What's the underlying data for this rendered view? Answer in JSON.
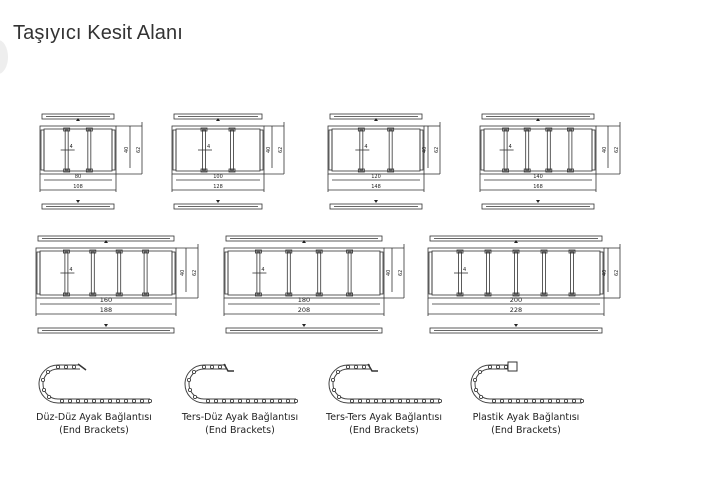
{
  "page": {
    "title": "Taşıyıcı Kesit Alanı"
  },
  "sections": [
    {
      "inner_width": "80",
      "outer_width": "108",
      "inner_height": "40",
      "outer_height": "62",
      "note": "4",
      "dividers": 1
    },
    {
      "inner_width": "100",
      "outer_width": "128",
      "inner_height": "40",
      "outer_height": "62",
      "note": "4",
      "dividers": 1
    },
    {
      "inner_width": "120",
      "outer_width": "148",
      "inner_height": "40",
      "outer_height": "62",
      "note": "4",
      "dividers": 1
    },
    {
      "inner_width": "140",
      "outer_width": "168",
      "inner_height": "40",
      "outer_height": "62",
      "note": "4",
      "dividers": 3
    },
    {
      "inner_width": "160",
      "outer_width": "188",
      "inner_height": "40",
      "outer_height": "62",
      "note": "4",
      "dividers": 3
    },
    {
      "inner_width": "180",
      "outer_width": "208",
      "inner_height": "40",
      "outer_height": "62",
      "note": "4",
      "dividers": 3
    },
    {
      "inner_width": "200",
      "outer_width": "228",
      "inner_height": "40",
      "outer_height": "62",
      "note": "4",
      "dividers": 4
    }
  ],
  "end_brackets": [
    {
      "name": "Düz-Düz Ayak Bağlantısı",
      "subtitle": "(End Brackets)"
    },
    {
      "name": "Ters-Düz Ayak Bağlantısı",
      "subtitle": "(End Brackets)"
    },
    {
      "name": "Ters-Ters Ayak Bağlantısı",
      "subtitle": "(End Brackets)"
    },
    {
      "name": "Plastik Ayak Bağlantısı",
      "subtitle": "(End Brackets)"
    }
  ]
}
